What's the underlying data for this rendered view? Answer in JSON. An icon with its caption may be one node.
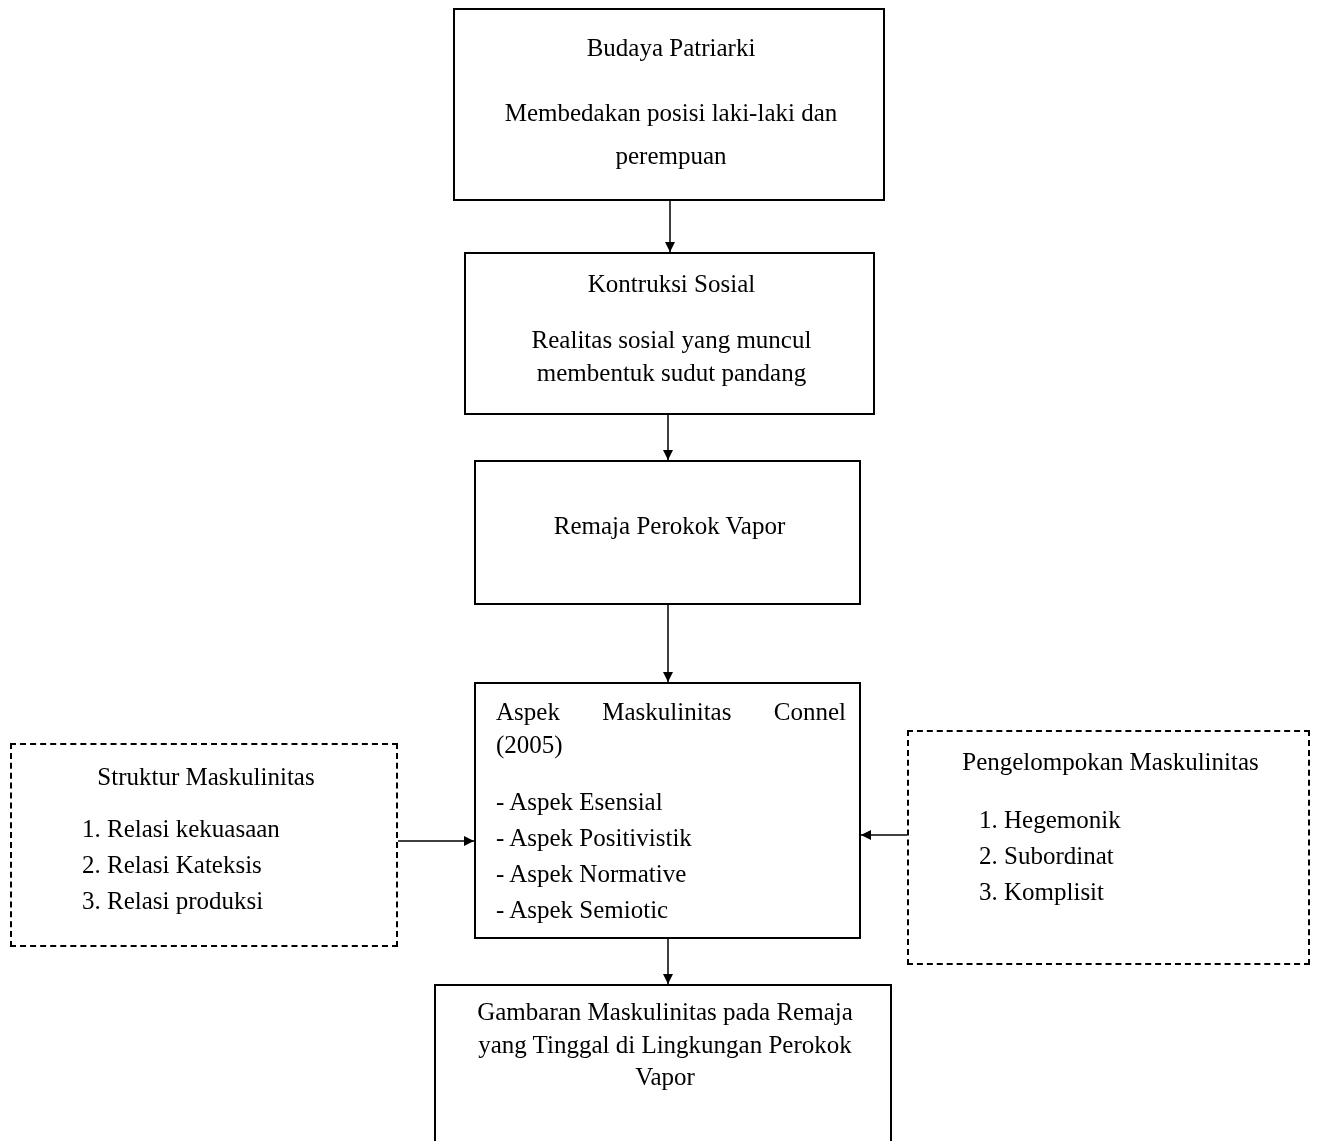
{
  "diagram": {
    "nodes": [
      {
        "text": [
          "Budaya Patriarki",
          "Membedakan posisi laki-laki dan perempuan"
        ]
      },
      {
        "text": [
          "Kontruksi Sosial",
          "Realitas sosial yang muncul membentuk sudut pandang"
        ]
      },
      {
        "text": [
          "Remaja Perokok Vapor"
        ]
      },
      {
        "text": [
          "Aspek Maskulinitas Connel (2005)",
          "- Aspek Esensial",
          "- Aspek Positivistik",
          "- Aspek Normative",
          "- Aspek Semiotic"
        ]
      },
      {
        "text": [
          "Struktur Maskulinitas",
          "1. Relasi kekuasaan",
          "2. Relasi Kateksis",
          "3. Relasi produksi"
        ]
      },
      {
        "text": [
          "Pengelompokan Maskulinitas",
          "1. Hegemonik",
          "2. Subordinat",
          "3. Komplisit"
        ]
      },
      {
        "text": [
          "Gambaran Maskulinitas pada Remaja yang Tinggal di Lingkungan Perokok Vapor"
        ]
      }
    ],
    "edges": [
      {
        "from": 0,
        "to": 1,
        "arrow": "to"
      },
      {
        "from": 1,
        "to": 2,
        "arrow": "to"
      },
      {
        "from": 2,
        "to": 3,
        "arrow": "to"
      },
      {
        "from": 3,
        "to": 6,
        "arrow": "to"
      },
      {
        "from": 4,
        "to": 3,
        "arrow": "to"
      },
      {
        "from": 5,
        "to": 3,
        "arrow": "to"
      }
    ]
  }
}
